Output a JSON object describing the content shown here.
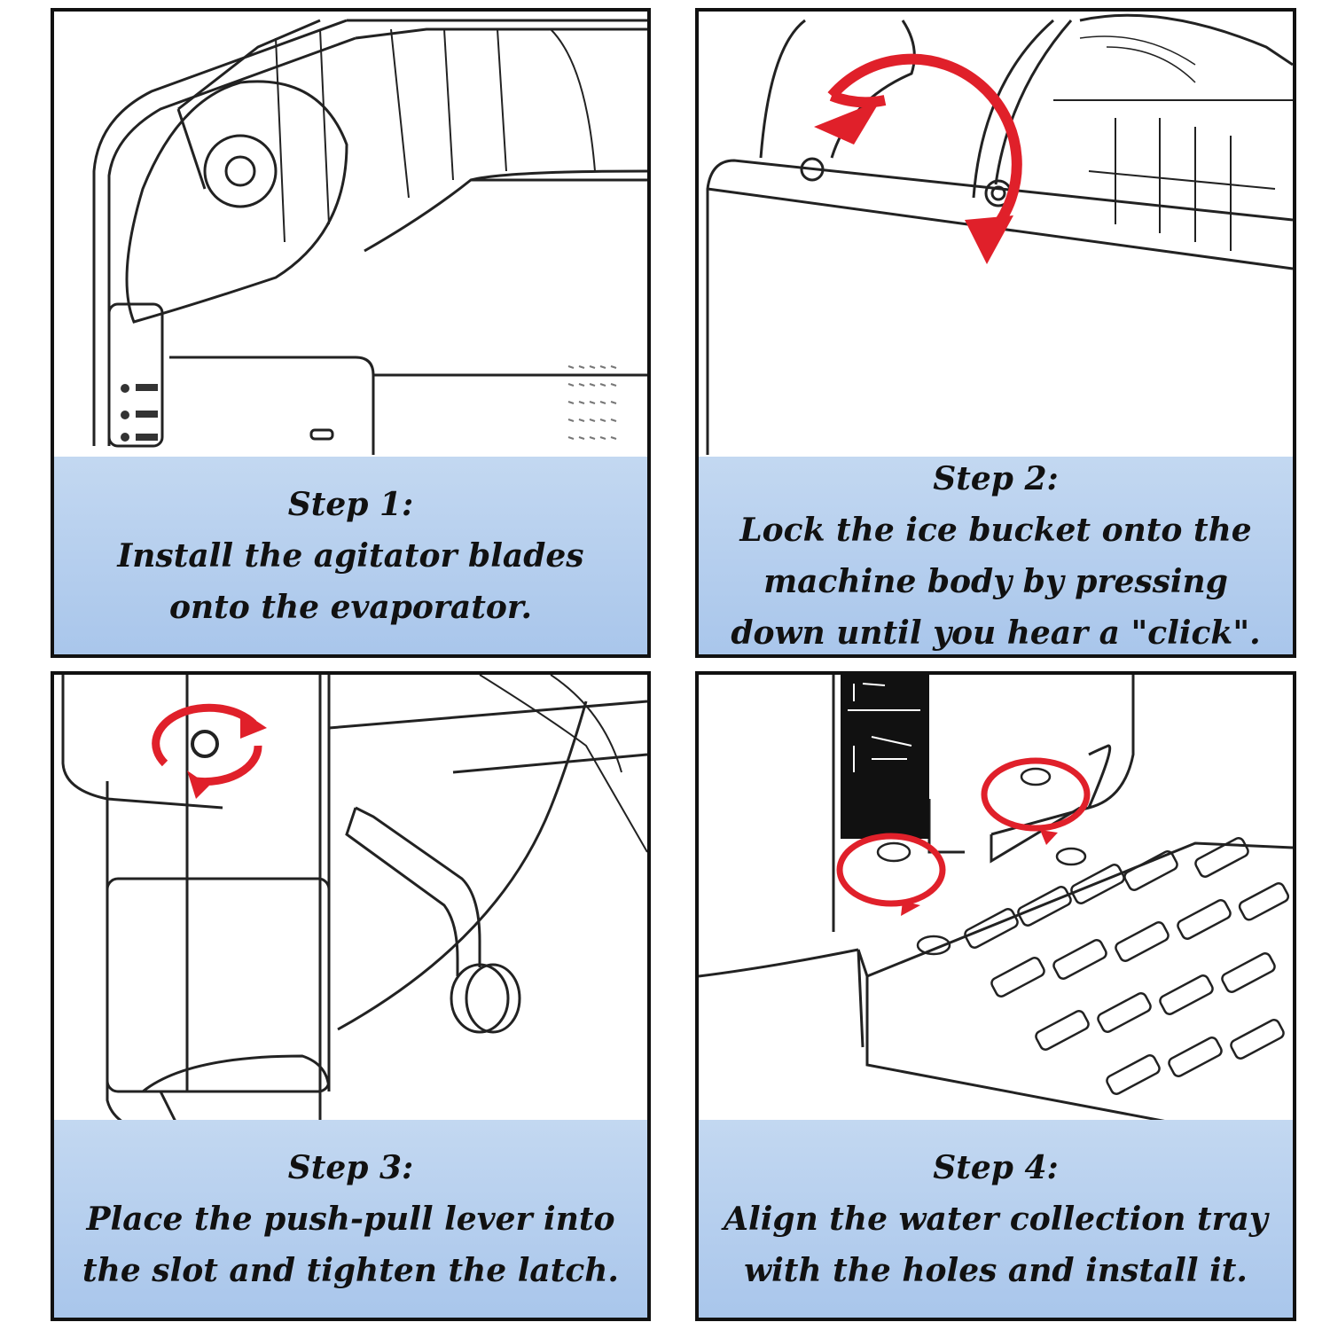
{
  "steps": [
    {
      "title": "Step 1:",
      "text": "Install the agitator blades onto the evaporator."
    },
    {
      "title": "Step 2:",
      "text": "Lock the ice bucket onto the machine body by pressing down until you hear a \"click\"."
    },
    {
      "title": "Step 3:",
      "text": "Place the push-pull lever into the slot and tighten the latch."
    },
    {
      "title": "Step 4:",
      "text": "Align the water collection tray with the holes and install it."
    }
  ],
  "colors": {
    "accent_arrow": "#e0202a",
    "caption_bg": "#b7cfee",
    "border": "#111111"
  },
  "icons": [
    "rotate-arrow-icon"
  ]
}
